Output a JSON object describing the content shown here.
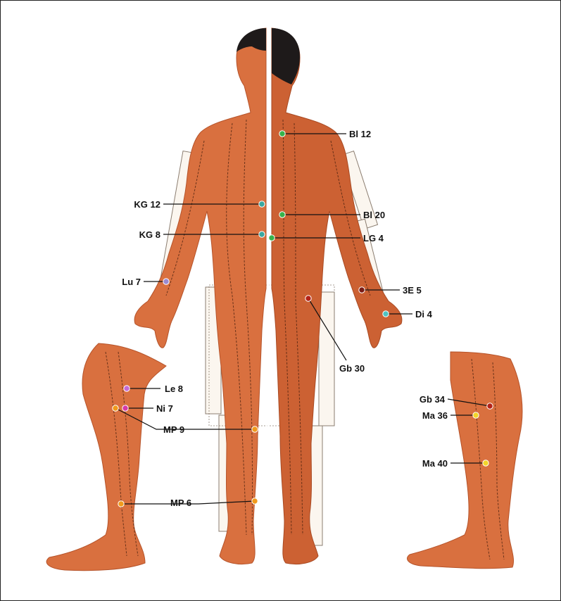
{
  "points": [
    {
      "id": "bl12",
      "label": "Bl 12",
      "color": "#37b34a"
    },
    {
      "id": "kg12",
      "label": "KG 12",
      "color": "#3aa8a0"
    },
    {
      "id": "bl20",
      "label": "Bl 20",
      "color": "#37b34a"
    },
    {
      "id": "kg8",
      "label": "KG 8",
      "color": "#3aa8a0"
    },
    {
      "id": "lg4",
      "label": "LG 4",
      "color": "#37b34a"
    },
    {
      "id": "lu7",
      "label": "Lu 7",
      "color": "#9a8ad0"
    },
    {
      "id": "e3_5",
      "label": "3E 5",
      "color": "#7a1a14"
    },
    {
      "id": "di4",
      "label": "Di 4",
      "color": "#4fc3c0"
    },
    {
      "id": "gb30",
      "label": "Gb 30",
      "color": "#b42218"
    },
    {
      "id": "le8",
      "label": "Le 8",
      "color": "#c46bd6"
    },
    {
      "id": "ni7",
      "label": "Ni 7",
      "color": "#d63aa8"
    },
    {
      "id": "mp9",
      "label": "MP 9",
      "color": "#f09a1c"
    },
    {
      "id": "mp6",
      "label": "MP 6",
      "color": "#f09a1c"
    },
    {
      "id": "gb34",
      "label": "Gb 34",
      "color": "#b42218"
    },
    {
      "id": "ma36",
      "label": "Ma 36",
      "color": "#f2d52a"
    },
    {
      "id": "ma40",
      "label": "Ma 40",
      "color": "#f2d52a"
    }
  ]
}
